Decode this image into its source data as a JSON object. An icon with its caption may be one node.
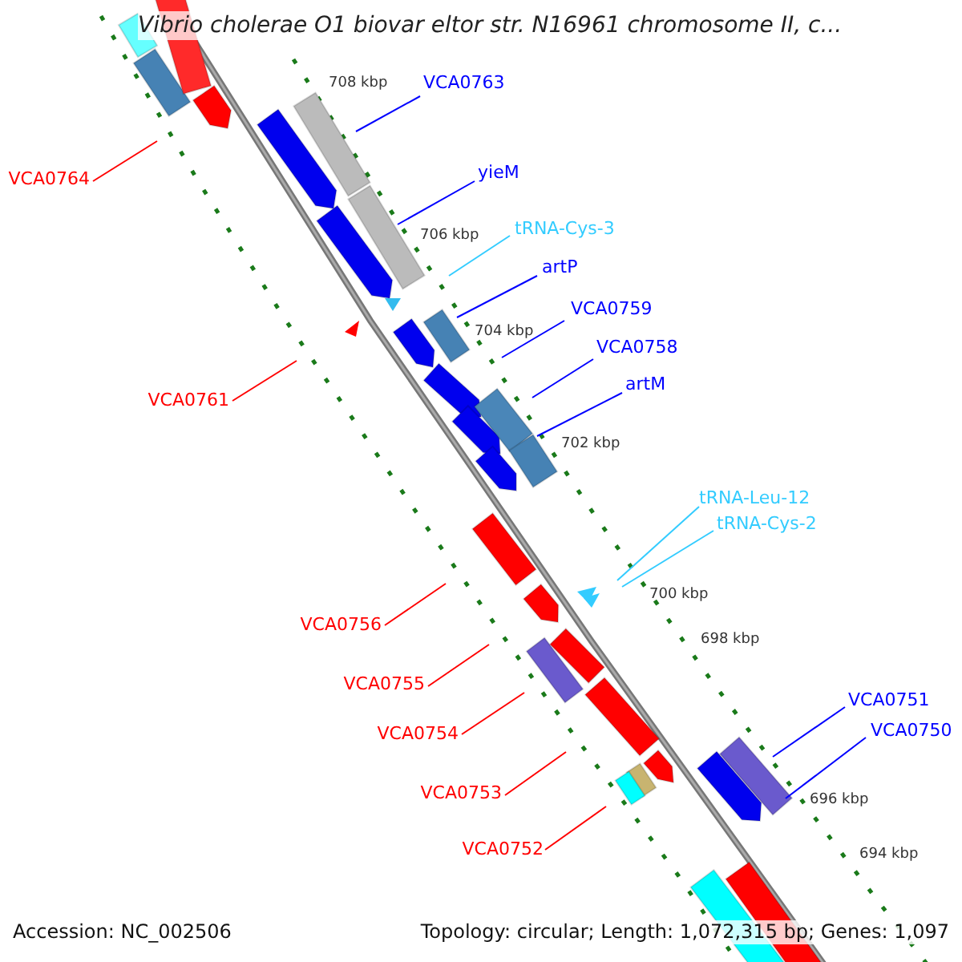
{
  "diagram": {
    "title": "Vibrio cholerae O1 biovar eltor str. N16961 chromosome II, c...",
    "nodes": [
      {
        "text": [
          "VCA0763"
        ]
      },
      {
        "text": [
          "yieM"
        ]
      },
      {
        "text": [
          "VCA0764"
        ]
      },
      {
        "text": [
          "tRNA-Cys-3"
        ]
      },
      {
        "text": [
          "artP"
        ]
      },
      {
        "text": [
          "VCA0759"
        ]
      },
      {
        "text": [
          "VCA0758"
        ]
      },
      {
        "text": [
          "artM"
        ]
      },
      {
        "text": [
          "VCA0761"
        ]
      },
      {
        "text": [
          "tRNA-Leu-12"
        ]
      },
      {
        "text": [
          "tRNA-Cys-2"
        ]
      },
      {
        "text": [
          "VCA0756"
        ]
      },
      {
        "text": [
          "VCA0755"
        ]
      },
      {
        "text": [
          "VCA0751"
        ]
      },
      {
        "text": [
          "VCA0750"
        ]
      },
      {
        "text": [
          "VCA0754"
        ]
      },
      {
        "text": [
          "VCA0753"
        ]
      },
      {
        "text": [
          "VCA0752"
        ]
      }
    ],
    "edges": [
      {
        "from": 0,
        "to": null,
        "arrow": "none"
      },
      {
        "from": 1,
        "to": null,
        "arrow": "none"
      },
      {
        "from": 2,
        "to": null,
        "arrow": "none",
        "color": "#ff0000"
      },
      {
        "from": 3,
        "to": null,
        "arrow": "none",
        "color": "#33ccff"
      },
      {
        "from": 4,
        "to": null,
        "arrow": "none"
      },
      {
        "from": 5,
        "to": null,
        "arrow": "none"
      },
      {
        "from": 6,
        "to": null,
        "arrow": "none"
      },
      {
        "from": 7,
        "to": null,
        "arrow": "none"
      },
      {
        "from": 8,
        "to": null,
        "arrow": "none",
        "color": "#ff0000"
      },
      {
        "from": 9,
        "to": null,
        "arrow": "none",
        "color": "#33ccff"
      },
      {
        "from": 10,
        "to": null,
        "arrow": "none",
        "color": "#33ccff"
      },
      {
        "from": 11,
        "to": null,
        "arrow": "none",
        "color": "#ff0000"
      },
      {
        "from": 12,
        "to": null,
        "arrow": "none",
        "color": "#ff0000"
      },
      {
        "from": 13,
        "to": null,
        "arrow": "none"
      },
      {
        "from": 14,
        "to": null,
        "arrow": "none"
      },
      {
        "from": 15,
        "to": null,
        "arrow": "none",
        "color": "#ff0000"
      },
      {
        "from": 16,
        "to": null,
        "arrow": "none",
        "color": "#ff0000"
      },
      {
        "from": 17,
        "to": null,
        "arrow": "none",
        "color": "#ff0000"
      }
    ],
    "labels": [
      "708 kbp",
      "706 kbp",
      "704 kbp",
      "702 kbp",
      "700 kbp",
      "698 kbp",
      "696 kbp",
      "694 kbp",
      "Accession: NC_002506",
      "Topology: circular; Length: 1,072,315 bp; Genes: 1,097"
    ]
  }
}
